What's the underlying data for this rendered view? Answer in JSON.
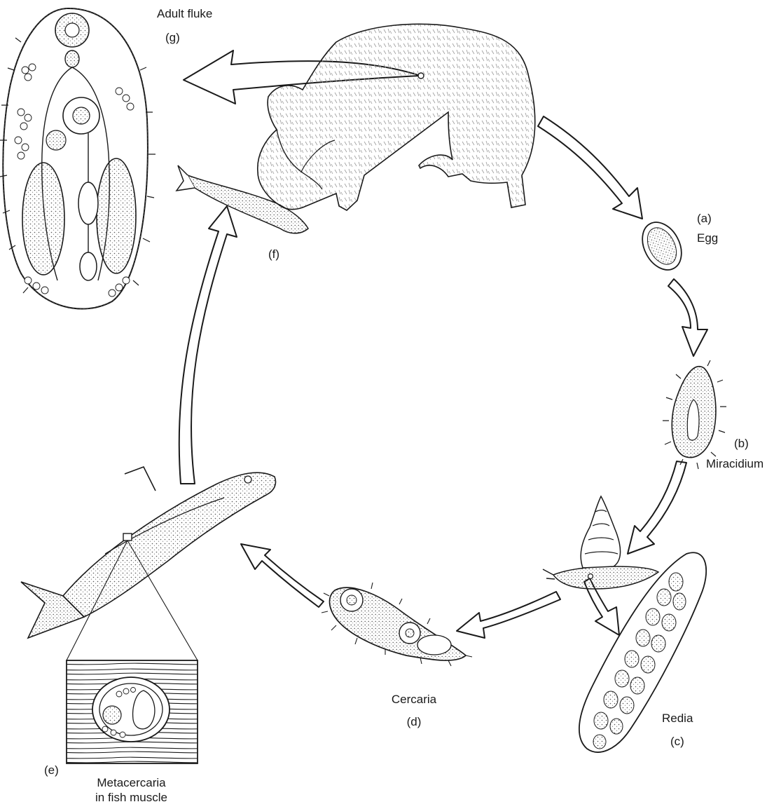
{
  "stages": {
    "egg": {
      "letter": "(a)",
      "name": "Egg"
    },
    "miracidium": {
      "letter": "(b)",
      "name": "Miracidium"
    },
    "redia": {
      "letter": "(c)",
      "name": "Redia"
    },
    "cercaria": {
      "letter": "(d)",
      "name": "Cercaria"
    },
    "metacercaria": {
      "letter": "(e)",
      "name_line1": "Metacercaria",
      "name_line2": "in fish muscle"
    },
    "host_eating_fish": {
      "letter": "(f)"
    },
    "adult_fluke": {
      "letter": "(g)",
      "name": "Adult fluke"
    }
  },
  "colors": {
    "ink": "#1a1a1a",
    "paper": "#ffffff",
    "stipple": "#9a9a9a"
  }
}
